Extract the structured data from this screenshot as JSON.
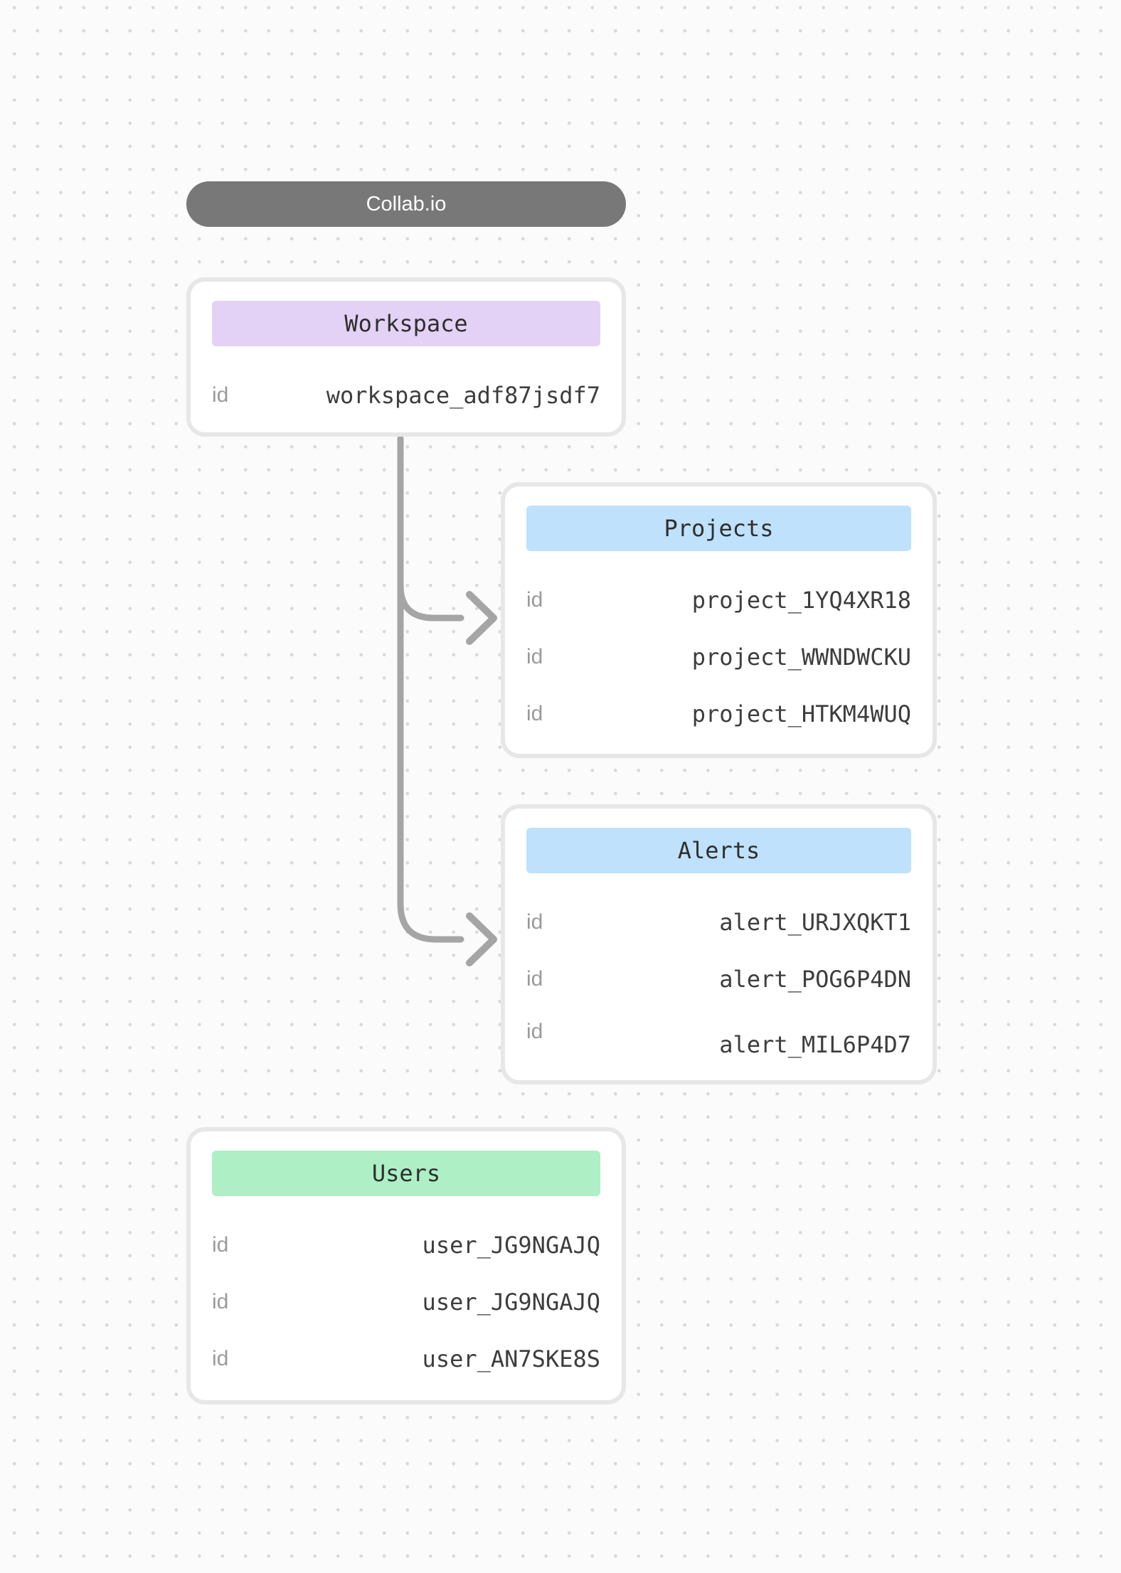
{
  "diagram": {
    "title": "Collab.io",
    "colors": {
      "page_bg": "#fbfbfb",
      "dot_grid": "#d9d9d9",
      "title_pill_bg": "#787878",
      "title_pill_text": "#ffffff",
      "card_bg": "#ffffff",
      "card_border": "#e7e7e7",
      "key_text": "#9a9a9a",
      "value_text": "#3d3d3d",
      "header_text": "#2f2f2f",
      "connector": "#a5a5a5"
    },
    "entities": [
      {
        "title": "Workspace",
        "header_bg": "#e4d1f6",
        "rows": [
          {
            "key": "id",
            "value": "workspace_adf87jsdf7"
          }
        ]
      },
      {
        "title": "Projects",
        "header_bg": "#bfe1fb",
        "rows": [
          {
            "key": "id",
            "value": "project_1YQ4XR18"
          },
          {
            "key": "id",
            "value": "project_WWNDWCKU"
          },
          {
            "key": "id",
            "value": "project_HTKM4WUQ"
          }
        ]
      },
      {
        "title": "Alerts",
        "header_bg": "#bfe1fb",
        "rows": [
          {
            "key": "id",
            "value": "alert_URJXQKT1"
          },
          {
            "key": "id",
            "value": "alert_POG6P4DN"
          },
          {
            "key": "id",
            "value": "alert_MIL6P4D7"
          }
        ]
      },
      {
        "title": "Users",
        "header_bg": "#aeefc6",
        "rows": [
          {
            "key": "id",
            "value": "user_JG9NGAJQ"
          },
          {
            "key": "id",
            "value": "user_JG9NGAJQ"
          },
          {
            "key": "id",
            "value": "user_AN7SKE8S"
          }
        ]
      }
    ],
    "connections": [
      {
        "from": "Workspace",
        "to": "Projects"
      },
      {
        "from": "Workspace",
        "to": "Alerts"
      }
    ]
  }
}
